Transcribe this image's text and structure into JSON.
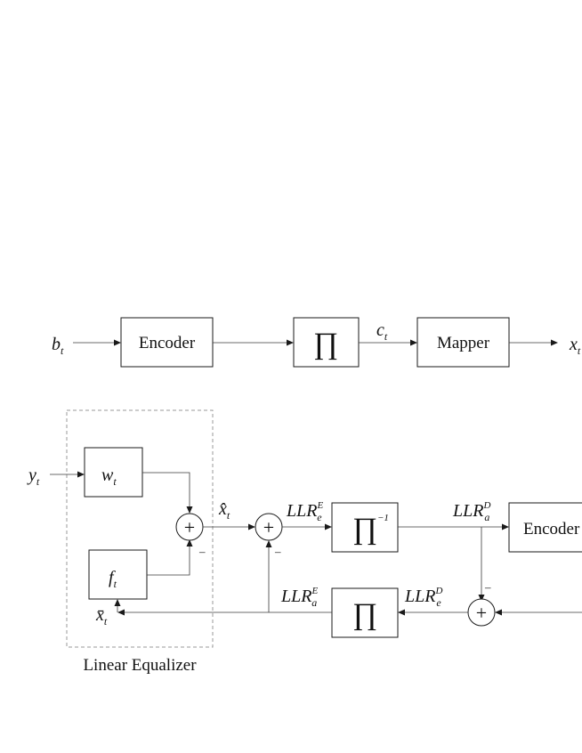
{
  "transmitter": {
    "input": {
      "base": "b",
      "sub": "t"
    },
    "encoder_label": "Encoder",
    "interleaver_symbol": "∏",
    "coded_label": {
      "base": "c",
      "sub": "t"
    },
    "mapper_label": "Mapper",
    "output": {
      "base": "x",
      "sub": "t"
    }
  },
  "receiver": {
    "input": {
      "base": "y",
      "sub": "t"
    },
    "w_label": {
      "base": "w",
      "sub": "t"
    },
    "f_label": {
      "base": "f",
      "sub": "t"
    },
    "xhat_label": {
      "base": "x̂",
      "sub": "t"
    },
    "xbar_label": {
      "base": "x̄",
      "sub": "t"
    },
    "plus_symbol": "+",
    "minus_symbol": "–",
    "deinterleaver_symbol": "∏",
    "deinterleaver_sup": "−1",
    "interleaver_symbol": "∏",
    "llr_e_E": {
      "base": "LLR",
      "sub": "e",
      "sup": "E"
    },
    "llr_a_D": {
      "base": "LLR",
      "sub": "a",
      "sup": "D"
    },
    "llr_a_E": {
      "base": "LLR",
      "sub": "a",
      "sup": "E"
    },
    "llr_e_D": {
      "base": "LLR",
      "sub": "e",
      "sup": "D"
    },
    "decoder_label": "Encoder",
    "equalizer_caption": "Linear Equalizer"
  }
}
